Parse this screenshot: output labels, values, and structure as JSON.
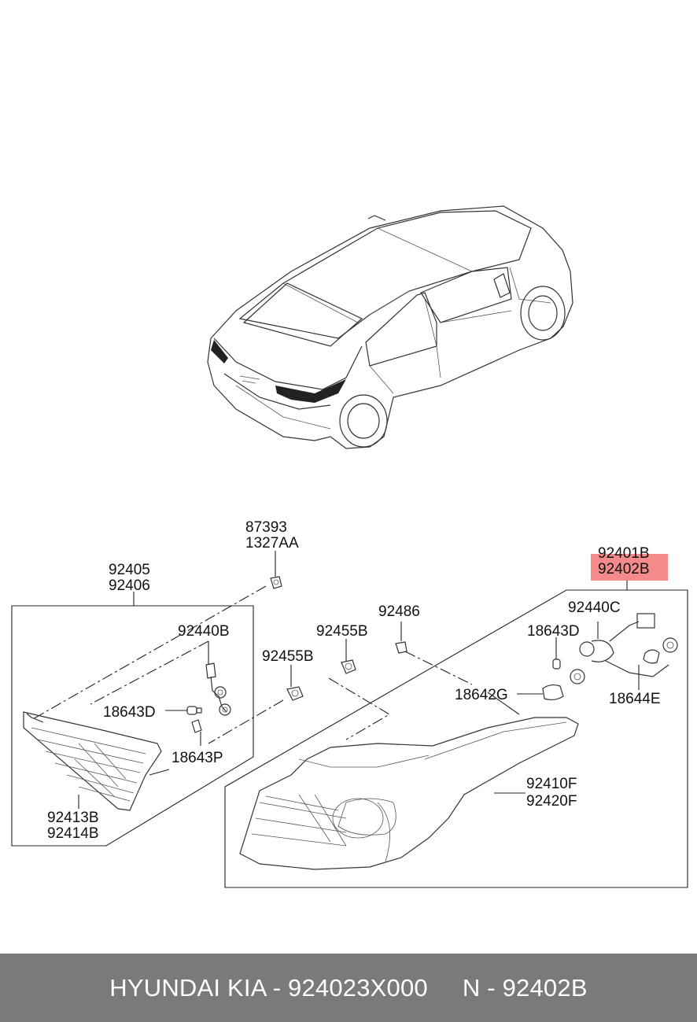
{
  "highlight_color": "#f48a8a",
  "footer_bg": "#7a7a7a",
  "labels": {
    "p87393": "87393",
    "p1327AA": "1327AA",
    "p92405": "92405",
    "p92406": "92406",
    "p92401B": "92401B",
    "p92402B": "92402B",
    "p92486": "92486",
    "p92440C": "92440C",
    "p92455B_a": "92455B",
    "p92455B_b": "92455B",
    "p92440B": "92440B",
    "p18643D_a": "18643D",
    "p18643D_b": "18643D",
    "p18642G": "18642G",
    "p18644E": "18644E",
    "p18643P": "18643P",
    "p92410F": "92410F",
    "p92420F": "92420F",
    "p92413B": "92413B",
    "p92414B": "92414B"
  },
  "footer": {
    "left": "HYUNDAI KIA - 924023X000",
    "right": "N - 92402B"
  }
}
